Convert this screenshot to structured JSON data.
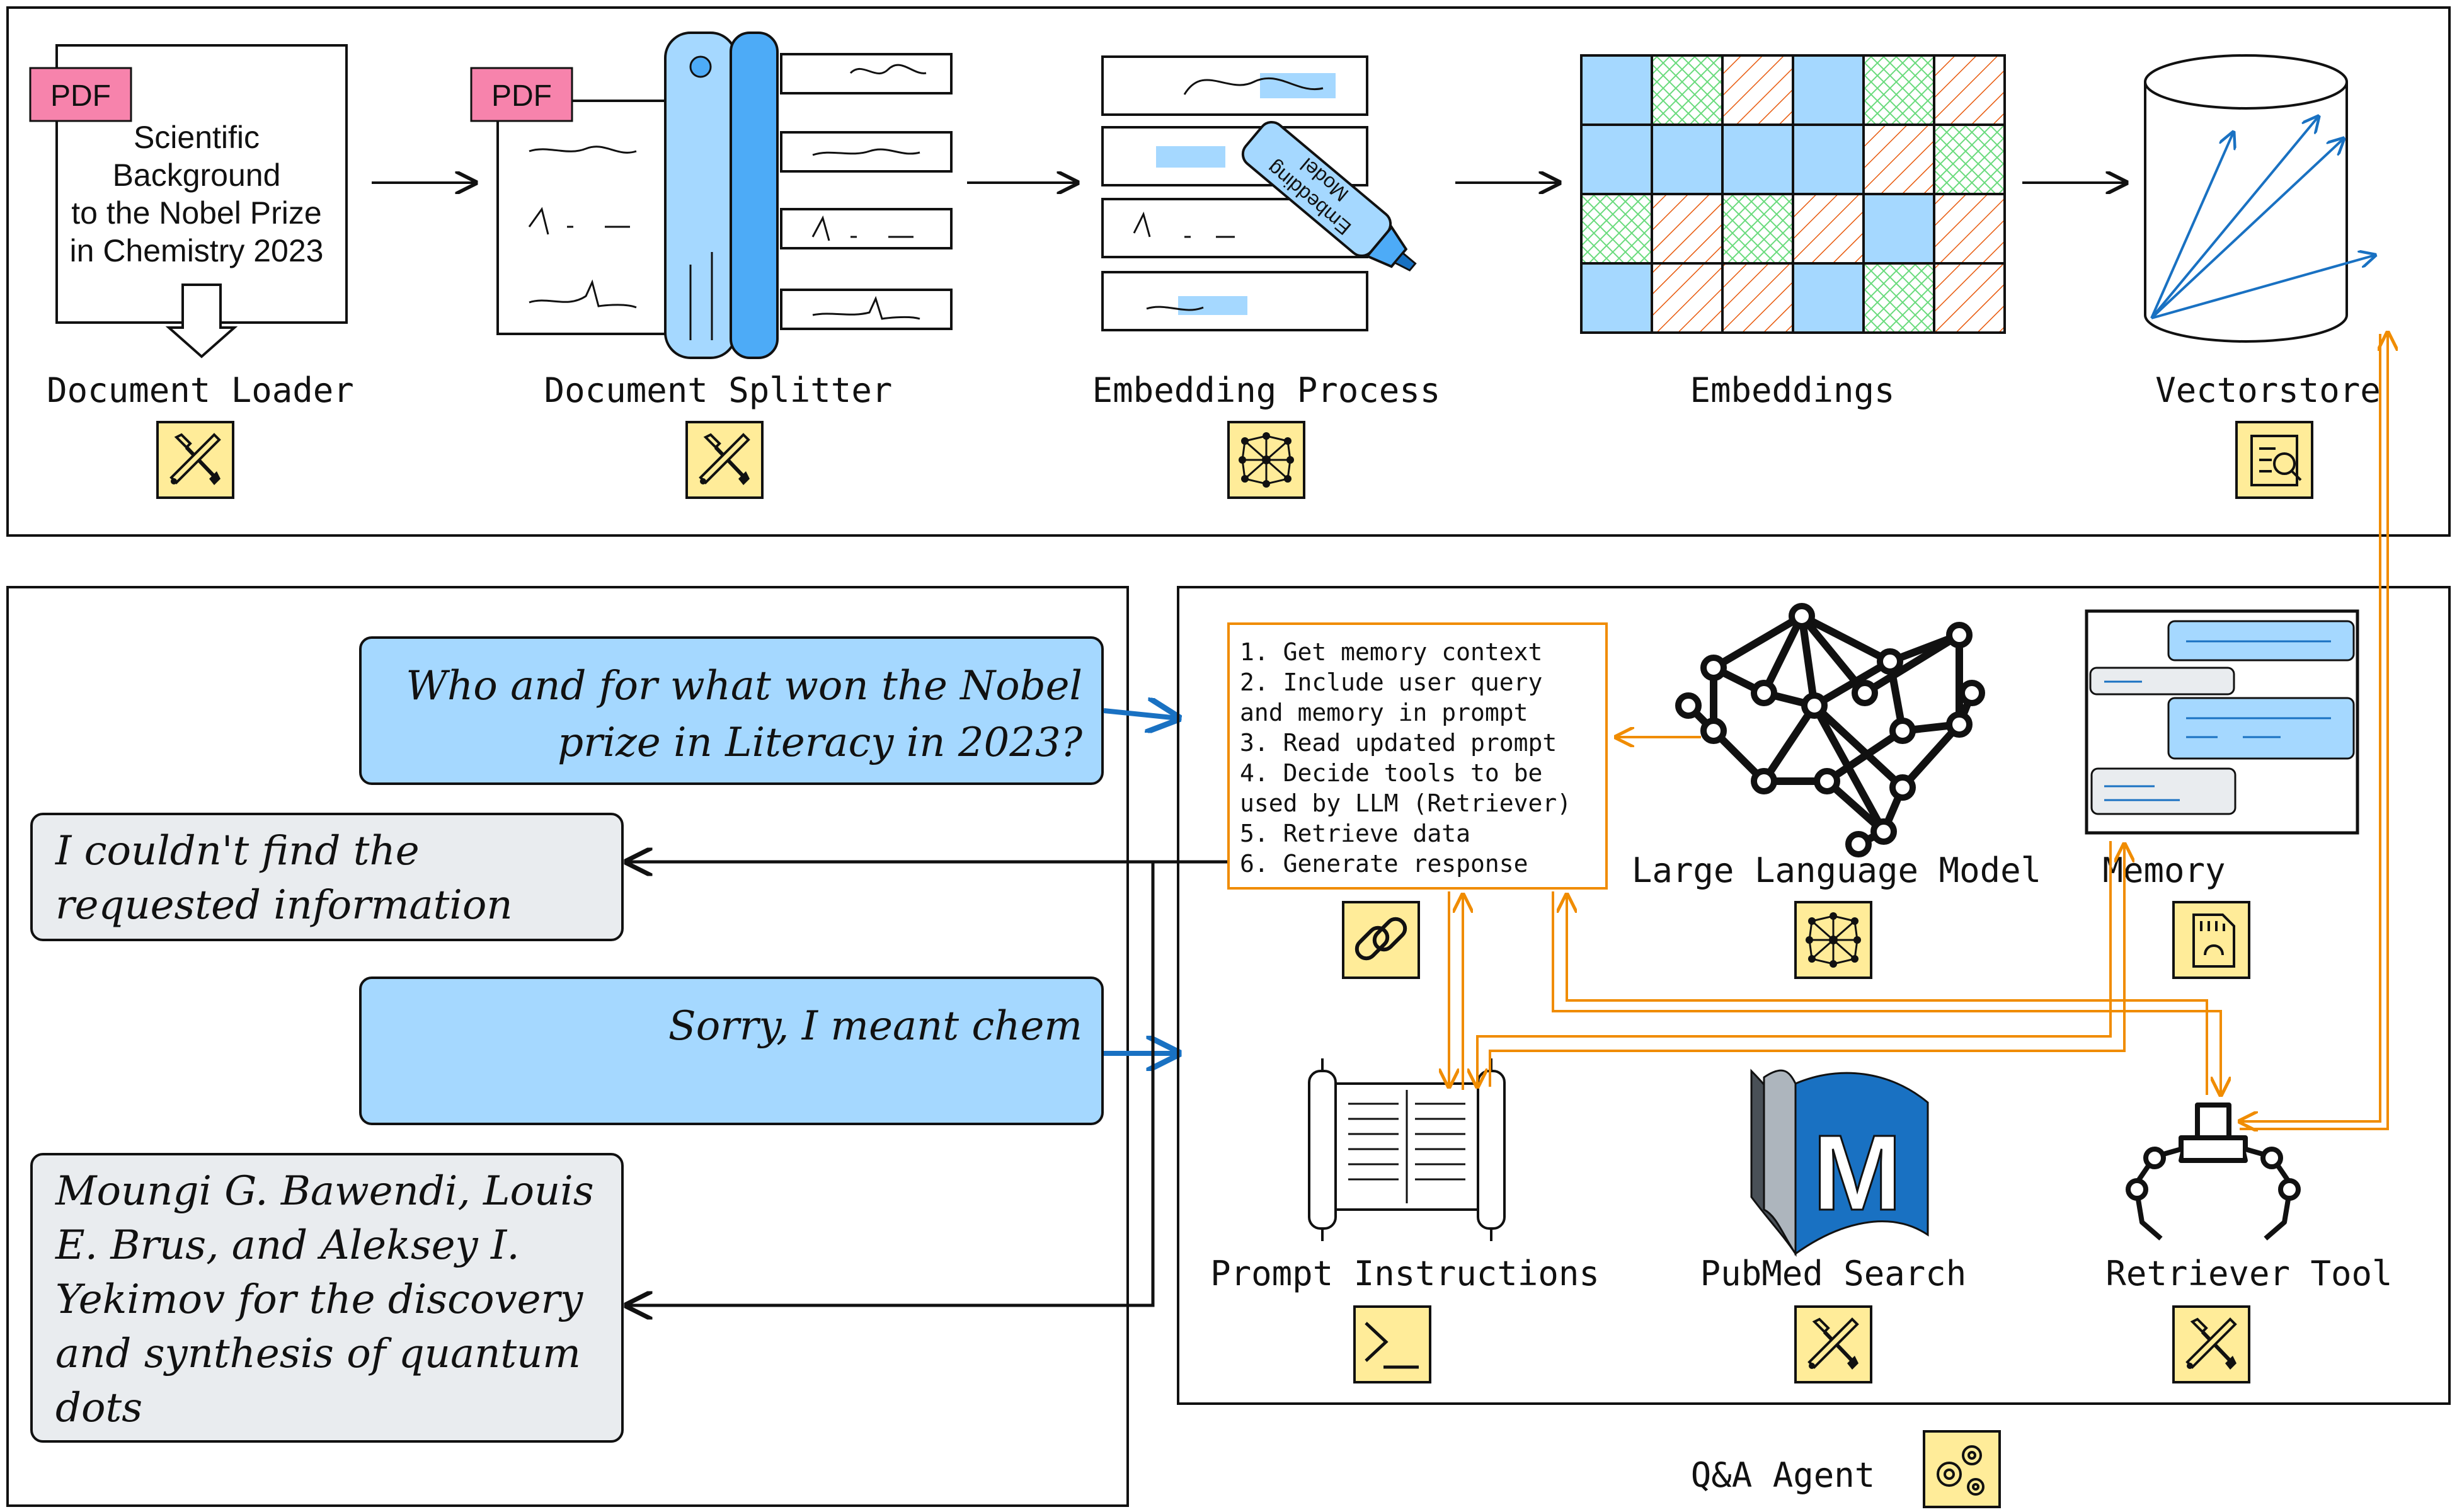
{
  "pipeline": {
    "document_loader": {
      "pdf_badge": "PDF",
      "doc_text": [
        "Scientific",
        "Background",
        "to the Nobel Prize",
        "in Chemistry 2023"
      ],
      "label": "Document Loader",
      "icon": "tool-icon"
    },
    "document_splitter": {
      "pdf_badge": "PDF",
      "label": "Document Splitter",
      "icon": "tool-icon"
    },
    "embedding_process": {
      "marker_text": [
        "Embedding",
        "Model"
      ],
      "label": "Embedding Process",
      "icon": "neural-net-icon"
    },
    "embeddings": {
      "label": "Embeddings"
    },
    "vectorstore": {
      "label": "Vectorstore",
      "icon": "document-search-icon"
    }
  },
  "chat": {
    "user_query_1": [
      "Who and for what won the Nobel",
      "prize in Literacy in 2023?"
    ],
    "bot_reply_1": [
      "I couldn't find the",
      "requested information"
    ],
    "user_query_2": [
      "Sorry, I meant chem"
    ],
    "bot_reply_2": [
      "Moungi G. Bawendi, Louis",
      "E. Brus, and Aleksey I.",
      "Yekimov for the discovery",
      "and synthesis of quantum",
      "dots"
    ]
  },
  "agent": {
    "steps": [
      "1. Get memory context",
      "2. Include user query",
      "and memory in prompt",
      "3. Read updated prompt",
      "4. Decide tools to be",
      "used by LLM (Retriever)",
      "5. Retrieve data",
      "6. Generate response"
    ],
    "chain_icon": "chain-link-icon",
    "llm": {
      "label": "Large Language Model",
      "icon": "neural-net-icon"
    },
    "memory": {
      "label": "Memory",
      "icon": "sd-card-icon"
    },
    "prompt_instructions": {
      "label": "Prompt Instructions",
      "icon": "terminal-icon"
    },
    "pubmed": {
      "label": "PubMed Search",
      "logo_letter": "M",
      "icon": "tool-icon"
    },
    "retriever": {
      "label": "Retriever Tool",
      "icon": "tool-icon"
    },
    "agent_label": "Q&A Agent",
    "agent_icon": "gears-icon"
  },
  "colors": {
    "stroke": "#111111",
    "blue_fill": "#a5d8ff",
    "blue_arrow": "#1971c2",
    "orange_arrow": "#f08c00",
    "pdf_badge": "#f783ac",
    "icon_tile": "#ffec99",
    "grey_bubble": "#e9ecef",
    "red_hatch": "#e8590c",
    "green_hatch": "#69db7c"
  }
}
